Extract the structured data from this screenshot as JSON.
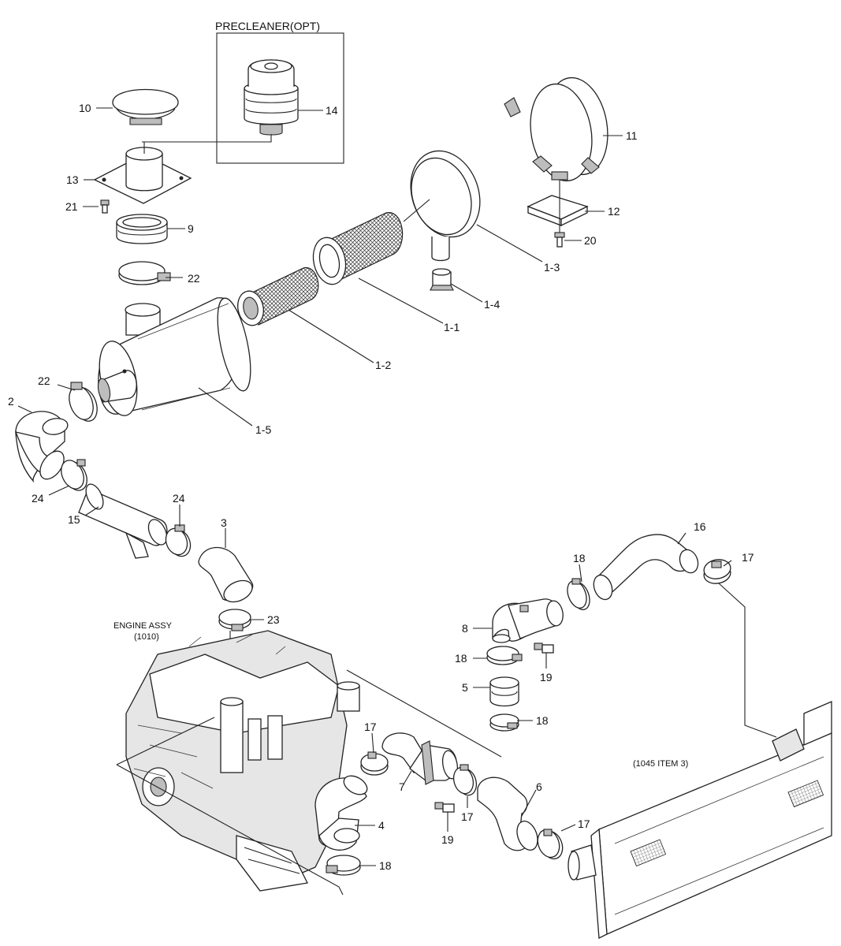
{
  "headings": {
    "precleaner": "PRECLEANER(OPT)",
    "engine_assy_1": "ENGINE ASSY",
    "engine_assy_2": "(1010)",
    "intercooler_ref": "(1045 ITEM 3)"
  },
  "labels": {
    "l10": "10",
    "l14": "14",
    "l11": "11",
    "l13": "13",
    "l21": "21",
    "l9": "9",
    "l12": "12",
    "l20": "20",
    "l22a": "22",
    "l1_3": "1-3",
    "l1_4": "1-4",
    "l1_1": "1-1",
    "l1_2": "1-2",
    "l22b": "22",
    "l2": "2",
    "l1_5": "1-5",
    "l24a": "24",
    "l15": "15",
    "l24b": "24",
    "l3": "3",
    "l16": "16",
    "l18a": "18",
    "l17a": "17",
    "l23": "23",
    "l8": "8",
    "l18b": "18",
    "l19a": "19",
    "l5": "5",
    "l18c": "18",
    "l17b": "17",
    "l7": "7",
    "l17c": "17",
    "l6": "6",
    "l17d": "17",
    "l4": "4",
    "l19b": "19",
    "l18d": "18"
  }
}
